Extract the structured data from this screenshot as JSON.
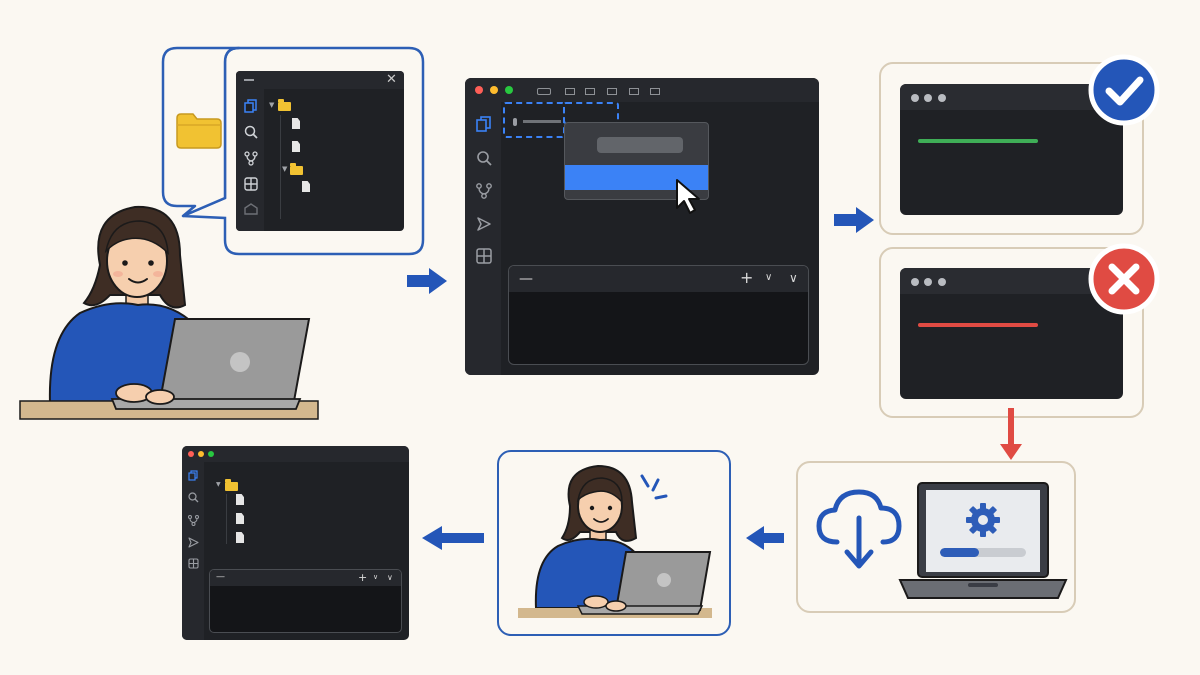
{
  "colors": {
    "background": "#fbf8f2",
    "window": "#1f2125",
    "accent_blue": "#2456b8",
    "success_green": "#3fae57",
    "error_red": "#e04b43",
    "folder_yellow": "#f1c232",
    "card_border_beige": "#d8ccb7",
    "card_border_blue": "#2d5fb5"
  },
  "icons": {
    "explorer": "files-icon",
    "search": "search-icon",
    "source_control": "branch-icon",
    "run": "run-icon",
    "extensions": "extensions-icon",
    "success": "checkmark-icon",
    "failure": "cross-icon",
    "cloud": "cloud-download-icon",
    "settings": "gear-icon",
    "pointer": "cursor-icon"
  },
  "progress": {
    "update_fraction": 0.45
  },
  "steps": [
    "user-opens-folder",
    "editor-menu-selection",
    "outcome-success",
    "outcome-failure",
    "download-update",
    "user-satisfied",
    "editor-restored"
  ]
}
